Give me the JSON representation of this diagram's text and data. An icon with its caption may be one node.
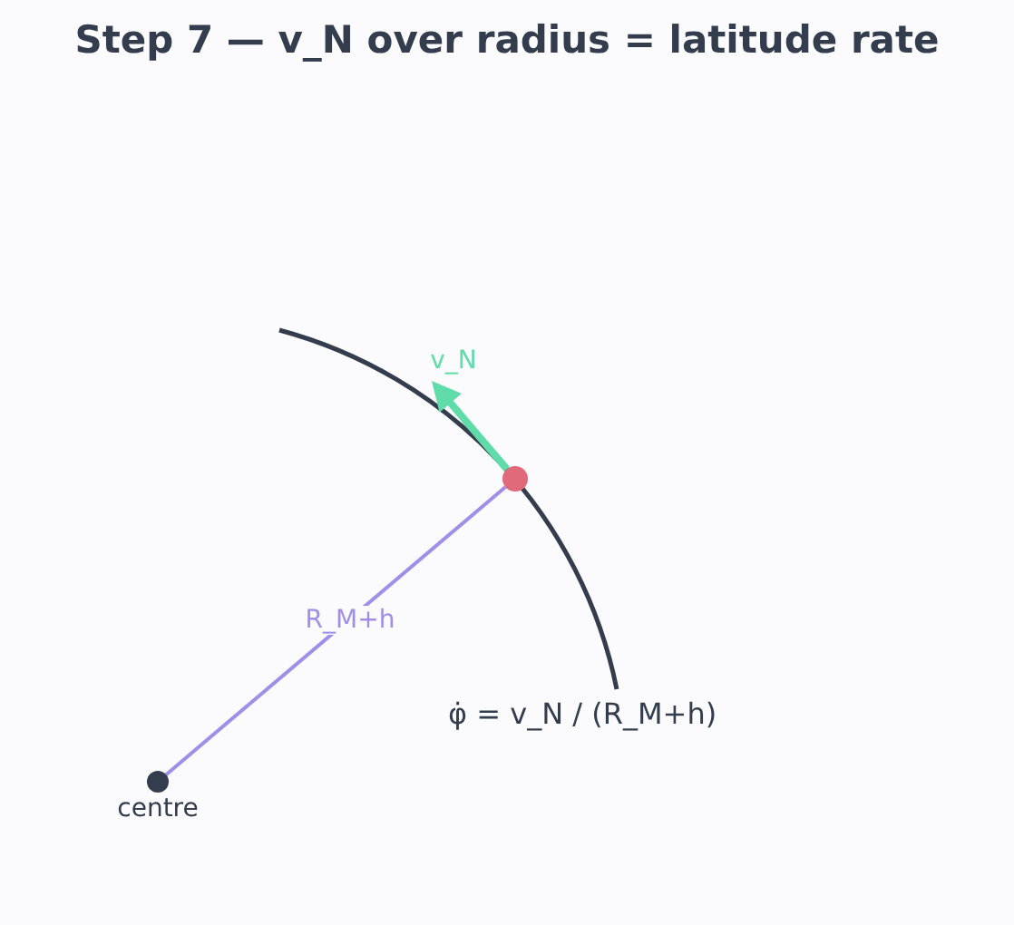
{
  "diagram": {
    "title": "Step 7 — v_N over radius = latitude rate",
    "nodes": [
      {
        "text": [],
        "shape": "circle",
        "beside": [
          "centre"
        ]
      },
      {
        "text": [],
        "shape": "circle"
      }
    ],
    "edges": [
      {
        "from": 0,
        "to": 1,
        "arrow": "none",
        "label": "R_M+h",
        "color": "#a08ee8"
      },
      {
        "from": 1,
        "to": null,
        "arrow": "to",
        "label": "v_N",
        "color": "#5fdcaa",
        "style": "thick"
      }
    ],
    "labels": [
      "φ̇ = v_N / (R_M+h)"
    ]
  }
}
